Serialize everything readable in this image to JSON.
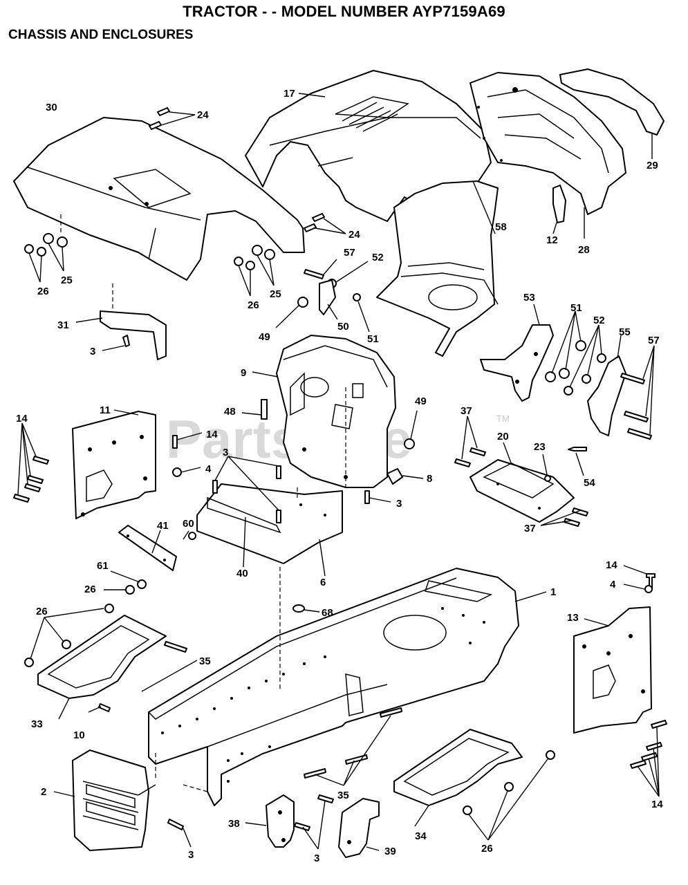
{
  "header": {
    "title": "TRACTOR - - MODEL NUMBER AYP7159A69",
    "subtitle": "CHASSIS AND ENCLOSURES"
  },
  "watermark": {
    "text": "PartsTree",
    "mark": "TM"
  },
  "callouts": [
    {
      "id": "c-30",
      "label": "30"
    },
    {
      "id": "c-24a",
      "label": "24"
    },
    {
      "id": "c-17",
      "label": "17"
    },
    {
      "id": "c-29",
      "label": "29"
    },
    {
      "id": "c-12",
      "label": "12"
    },
    {
      "id": "c-28",
      "label": "28"
    },
    {
      "id": "c-24b",
      "label": "24"
    },
    {
      "id": "c-58",
      "label": "58"
    },
    {
      "id": "c-26a",
      "label": "26"
    },
    {
      "id": "c-25a",
      "label": "25"
    },
    {
      "id": "c-26b",
      "label": "26"
    },
    {
      "id": "c-25b",
      "label": "25"
    },
    {
      "id": "c-57a",
      "label": "57"
    },
    {
      "id": "c-52a",
      "label": "52"
    },
    {
      "id": "c-49a",
      "label": "49"
    },
    {
      "id": "c-50",
      "label": "50"
    },
    {
      "id": "c-51a",
      "label": "51"
    },
    {
      "id": "c-53",
      "label": "53"
    },
    {
      "id": "c-51b",
      "label": "51"
    },
    {
      "id": "c-52b",
      "label": "52"
    },
    {
      "id": "c-55",
      "label": "55"
    },
    {
      "id": "c-57b",
      "label": "57"
    },
    {
      "id": "c-31",
      "label": "31"
    },
    {
      "id": "c-3a",
      "label": "3"
    },
    {
      "id": "c-9",
      "label": "9"
    },
    {
      "id": "c-14a",
      "label": "14"
    },
    {
      "id": "c-11",
      "label": "11"
    },
    {
      "id": "c-14b",
      "label": "14"
    },
    {
      "id": "c-48",
      "label": "48"
    },
    {
      "id": "c-49b",
      "label": "49"
    },
    {
      "id": "c-37a",
      "label": "37"
    },
    {
      "id": "c-20",
      "label": "20"
    },
    {
      "id": "c-23",
      "label": "23"
    },
    {
      "id": "c-54",
      "label": "54"
    },
    {
      "id": "c-4a",
      "label": "4"
    },
    {
      "id": "c-3b",
      "label": "3"
    },
    {
      "id": "c-8",
      "label": "8"
    },
    {
      "id": "c-3c",
      "label": "3"
    },
    {
      "id": "c-37b",
      "label": "37"
    },
    {
      "id": "c-41",
      "label": "41"
    },
    {
      "id": "c-60",
      "label": "60"
    },
    {
      "id": "c-61",
      "label": "61"
    },
    {
      "id": "c-40",
      "label": "40"
    },
    {
      "id": "c-6",
      "label": "6"
    },
    {
      "id": "c-26c",
      "label": "26"
    },
    {
      "id": "c-14c",
      "label": "14"
    },
    {
      "id": "c-4b",
      "label": "4"
    },
    {
      "id": "c-1",
      "label": "1"
    },
    {
      "id": "c-26d",
      "label": "26"
    },
    {
      "id": "c-68",
      "label": "68"
    },
    {
      "id": "c-13",
      "label": "13"
    },
    {
      "id": "c-35a",
      "label": "35"
    },
    {
      "id": "c-33",
      "label": "33"
    },
    {
      "id": "c-10",
      "label": "10"
    },
    {
      "id": "c-2",
      "label": "2"
    },
    {
      "id": "c-35b",
      "label": "35"
    },
    {
      "id": "c-14d",
      "label": "14"
    },
    {
      "id": "c-38",
      "label": "38"
    },
    {
      "id": "c-34",
      "label": "34"
    },
    {
      "id": "c-3d",
      "label": "3"
    },
    {
      "id": "c-39",
      "label": "39"
    },
    {
      "id": "c-26e",
      "label": "26"
    },
    {
      "id": "c-3e",
      "label": "3"
    }
  ]
}
